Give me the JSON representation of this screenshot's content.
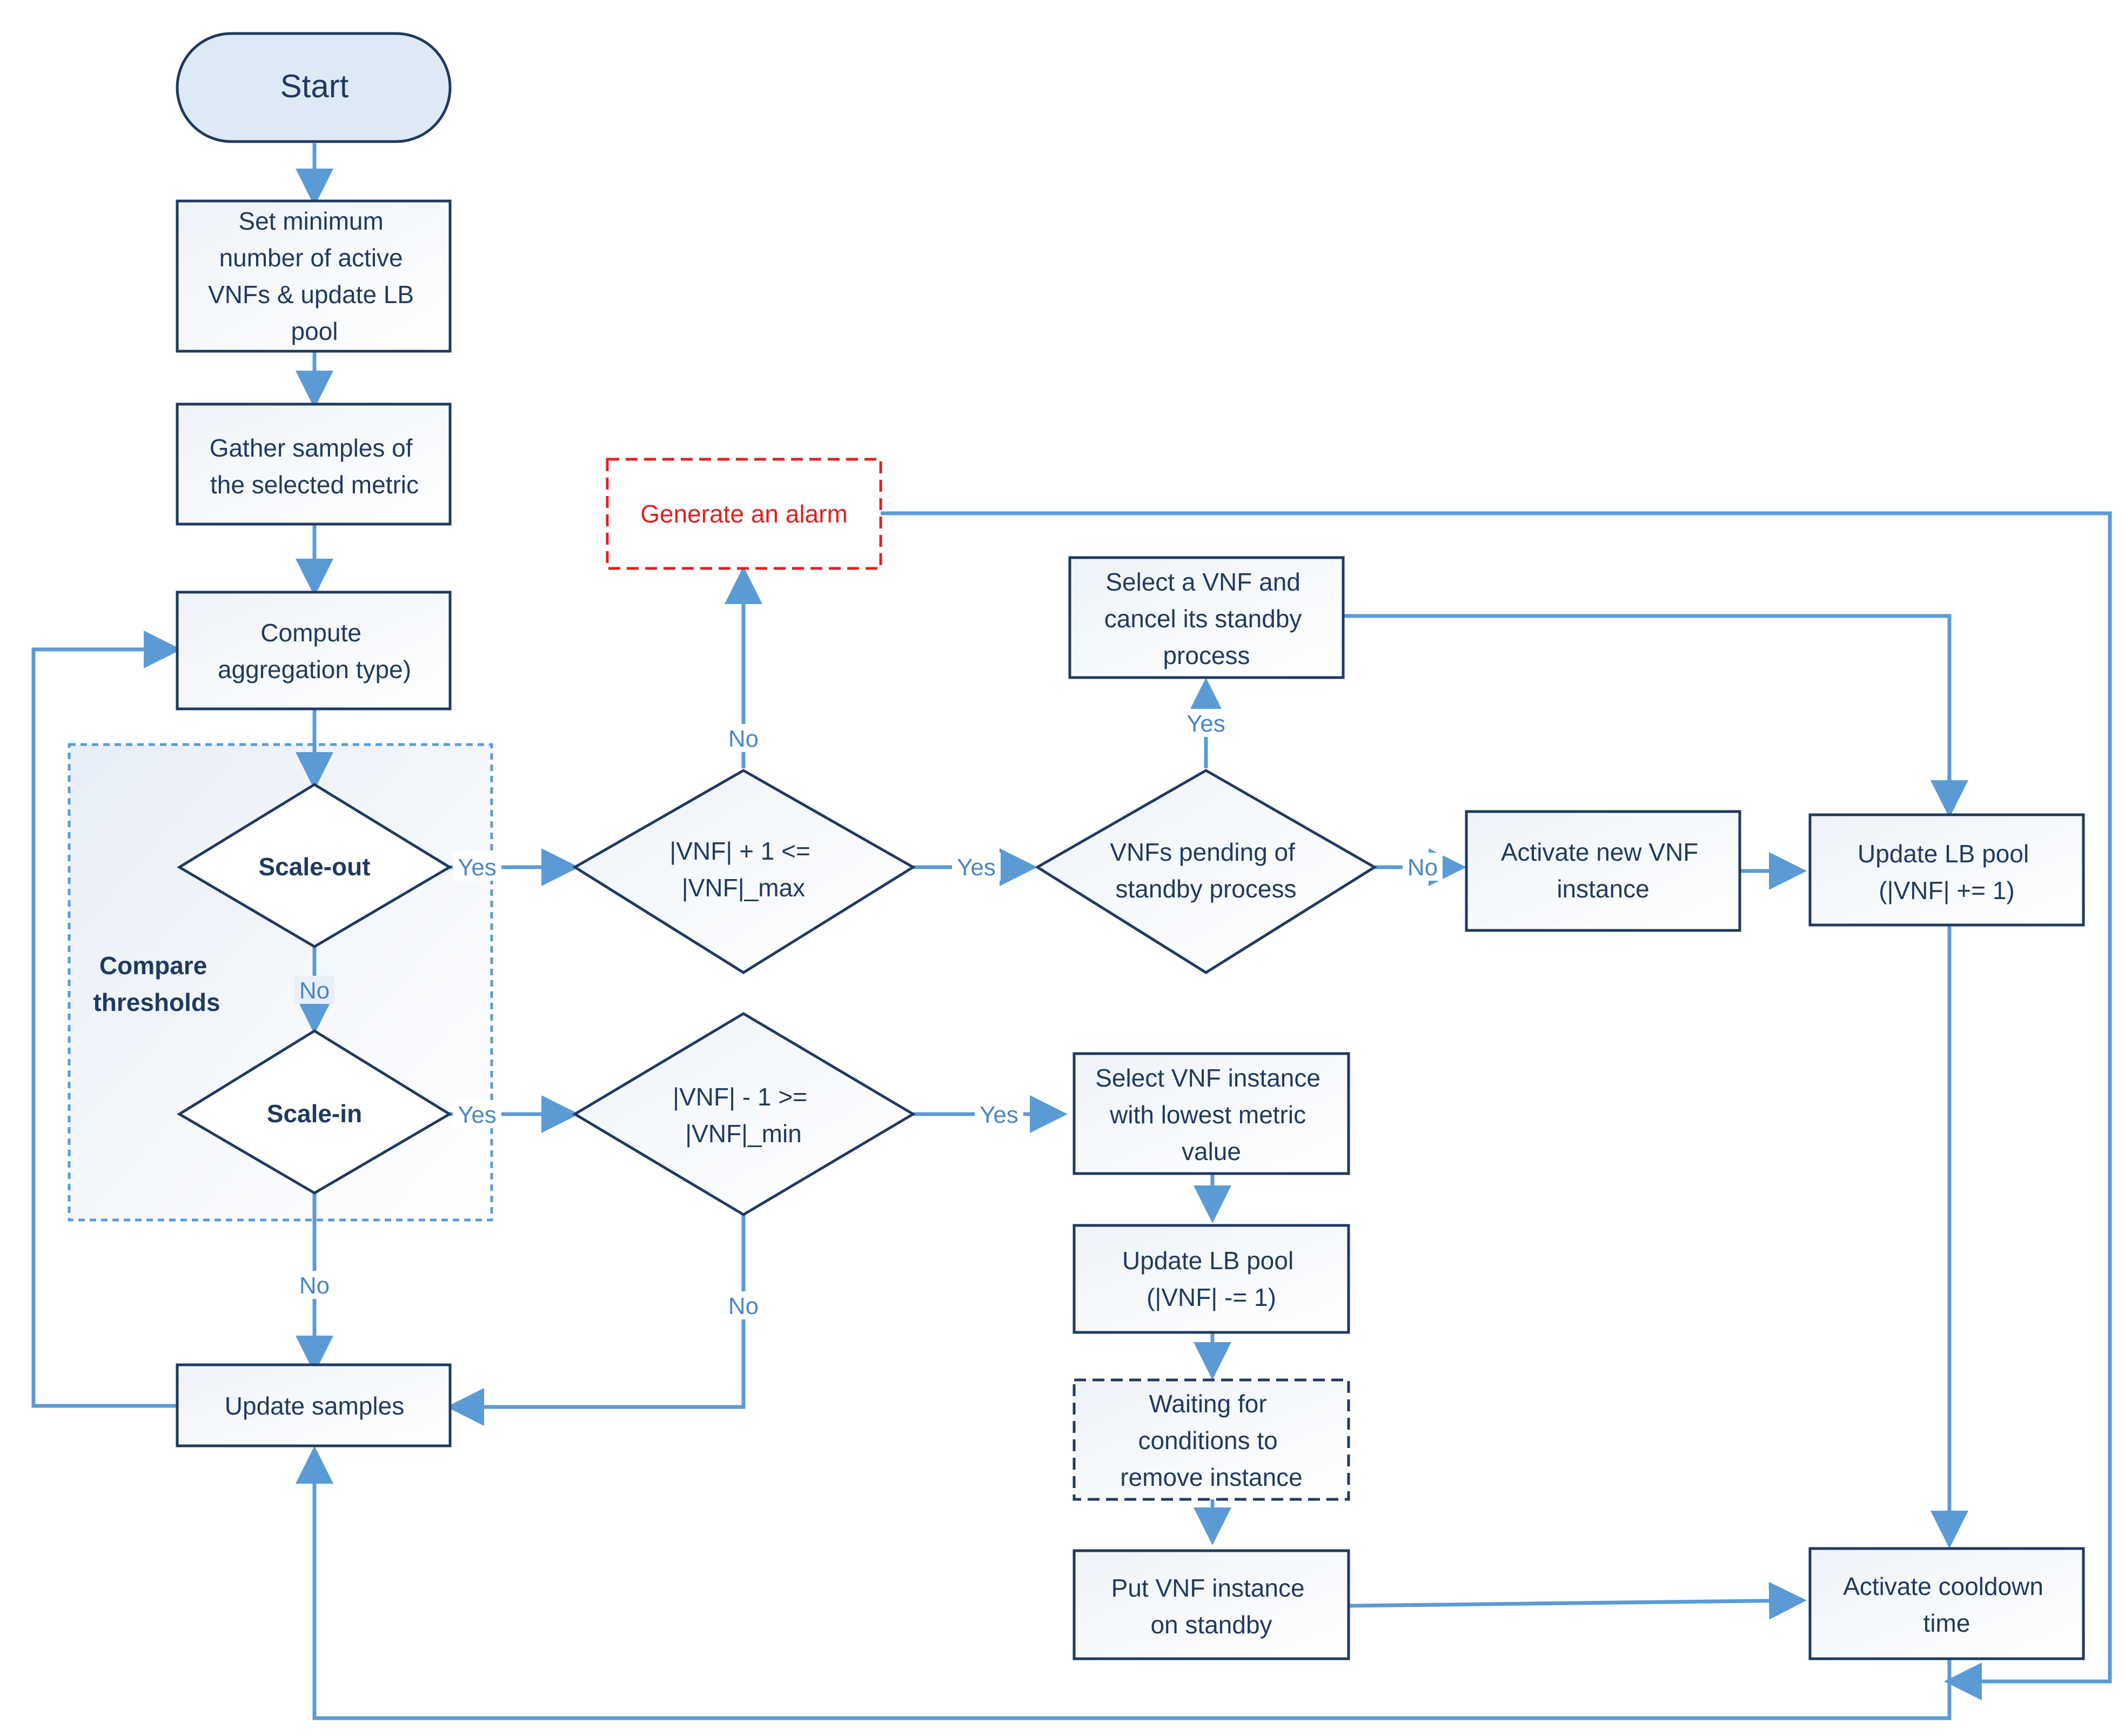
{
  "nodes": {
    "start": {
      "text": [
        "Start"
      ]
    },
    "set_min": {
      "text": [
        "Set minimum",
        "number of active",
        "VNFs & update LB",
        "pool"
      ]
    },
    "gather": {
      "text": [
        "Gather samples of",
        "the selected metric"
      ]
    },
    "compute": {
      "text": [
        "Compute",
        "aggregation type)"
      ]
    },
    "compare_group": {
      "text": [
        "Compare",
        "thresholds"
      ]
    },
    "scale_out": {
      "text": [
        "Scale-out"
      ]
    },
    "scale_in": {
      "text": [
        "Scale-in"
      ]
    },
    "max_check": {
      "text": [
        "|VNF| + 1 <=",
        "|VNF|_max"
      ]
    },
    "min_check": {
      "text": [
        "|VNF| - 1 >=",
        "|VNF|_min"
      ]
    },
    "alarm": {
      "text": [
        "Generate an alarm"
      ]
    },
    "select_cancel": {
      "text": [
        "Select a VNF and",
        "cancel its standby",
        "process"
      ]
    },
    "pending": {
      "text": [
        "VNFs pending of",
        "standby process"
      ]
    },
    "activate_new": {
      "text": [
        "Activate new VNF",
        "instance"
      ]
    },
    "update_plus": {
      "text": [
        "Update LB pool",
        "(|VNF| += 1)"
      ]
    },
    "select_lowest": {
      "text": [
        "Select VNF instance",
        "with lowest metric",
        "value"
      ]
    },
    "update_minus": {
      "text": [
        "Update LB pool",
        "(|VNF| -= 1)"
      ]
    },
    "waiting": {
      "text": [
        "Waiting for",
        "conditions to",
        "remove instance"
      ]
    },
    "put_standby": {
      "text": [
        "Put VNF  instance",
        "on standby"
      ]
    },
    "cooldown": {
      "text": [
        "Activate cooldown",
        "time"
      ]
    },
    "update_samples": {
      "text": [
        "Update samples"
      ]
    }
  },
  "edge_labels": {
    "scale_out_yes": "Yes",
    "scale_out_no": "No",
    "max_yes": "Yes",
    "max_no": "No",
    "pending_yes": "Yes",
    "pending_no": "No",
    "scale_in_yes": "Yes",
    "scale_in_no": "No",
    "min_yes": "Yes",
    "min_no": "No"
  },
  "colors": {
    "line": "#5b9bd5",
    "box_border": "#1f3a5f",
    "text": "#1f3a5f",
    "alarm": "#e02020",
    "start_fill": "#dde9f5",
    "group_border": "#5b9bd5"
  }
}
